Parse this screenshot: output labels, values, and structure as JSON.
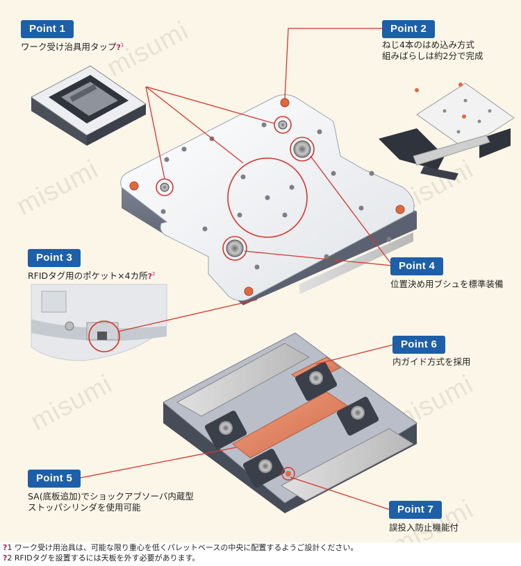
{
  "watermark": "misumi",
  "points": [
    {
      "id": "point1",
      "label": "Point 1",
      "lines": [
        "ワーク受け治具用タップ"
      ],
      "note_ref": "1"
    },
    {
      "id": "point2",
      "label": "Point 2",
      "lines": [
        "ねじ4本のはめ込み方式",
        "組みばらしは約2分で完成"
      ]
    },
    {
      "id": "point3",
      "label": "Point 3",
      "lines": [
        "RFIDタグ用のポケット×4カ所"
      ],
      "note_ref": "2"
    },
    {
      "id": "point4",
      "label": "Point 4",
      "lines": [
        "位置決め用ブシュを標準装備"
      ]
    },
    {
      "id": "point5",
      "label": "Point 5",
      "lines": [
        "SA(底板追加)でショックアブソーバ内蔵型",
        "ストッパシリンダを使用可能"
      ]
    },
    {
      "id": "point6",
      "label": "Point 6",
      "lines": [
        "内ガイド方式を採用"
      ]
    },
    {
      "id": "point7",
      "label": "Point 7",
      "lines": [
        "誤投入防止機能付"
      ]
    }
  ],
  "notes": [
    {
      "num": "1",
      "text": "ワーク受け用治具は、可能な限り重心を低くパレットベースの中央に配置するようご設計ください。"
    },
    {
      "num": "2",
      "text": "RFIDタグを設置するには天板を外す必要があります。"
    }
  ],
  "colors": {
    "badge": "#1d5fa8",
    "leader": "#d8342b",
    "note": "#c2185b",
    "accent": "#e07050"
  }
}
